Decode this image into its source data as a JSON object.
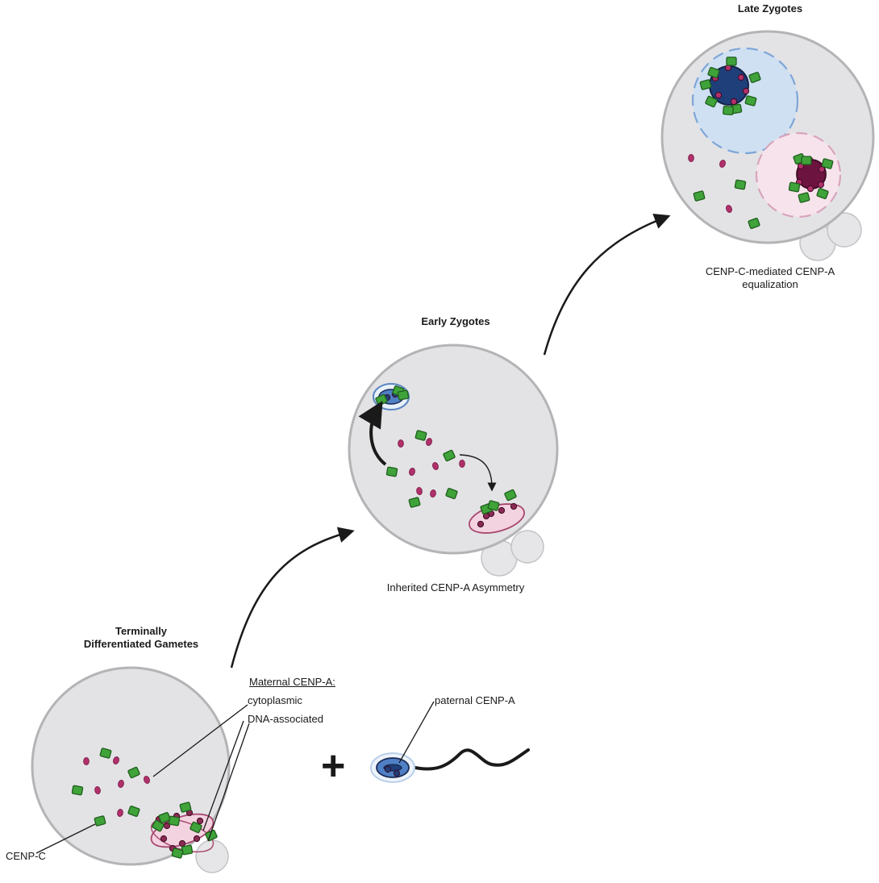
{
  "stages": {
    "gametes": {
      "title_line1": "Terminally",
      "title_line2": "Differentiated Gametes"
    },
    "early": {
      "title": "Early Zygotes",
      "caption": "Inherited CENP-A Asymmetry"
    },
    "late": {
      "title": "Late Zygotes",
      "caption_line1": "CENP-C-mediated CENP-A",
      "caption_line2": "equalization"
    }
  },
  "labels": {
    "maternal_heading": "Maternal CENP-A:",
    "cytoplasmic": "cytoplasmic",
    "dna_associated": "DNA-associated",
    "cenp_c": "CENP-C",
    "paternal": "paternal CENP-A",
    "plus": "+"
  },
  "colors": {
    "cell_fill": "#e3e3e5",
    "cell_stroke": "#b4b4b7",
    "cenp_c_green": "#3fa33a",
    "cenp_c_edge": "#1f5e1c",
    "cenp_a_magenta": "#b0306a",
    "paternal_blue": "#1f3f7a",
    "pronucleus_blue": "#cfe0f3",
    "maternal_pink": "#f3d3e0",
    "maternal_dark": "#6d1340"
  }
}
